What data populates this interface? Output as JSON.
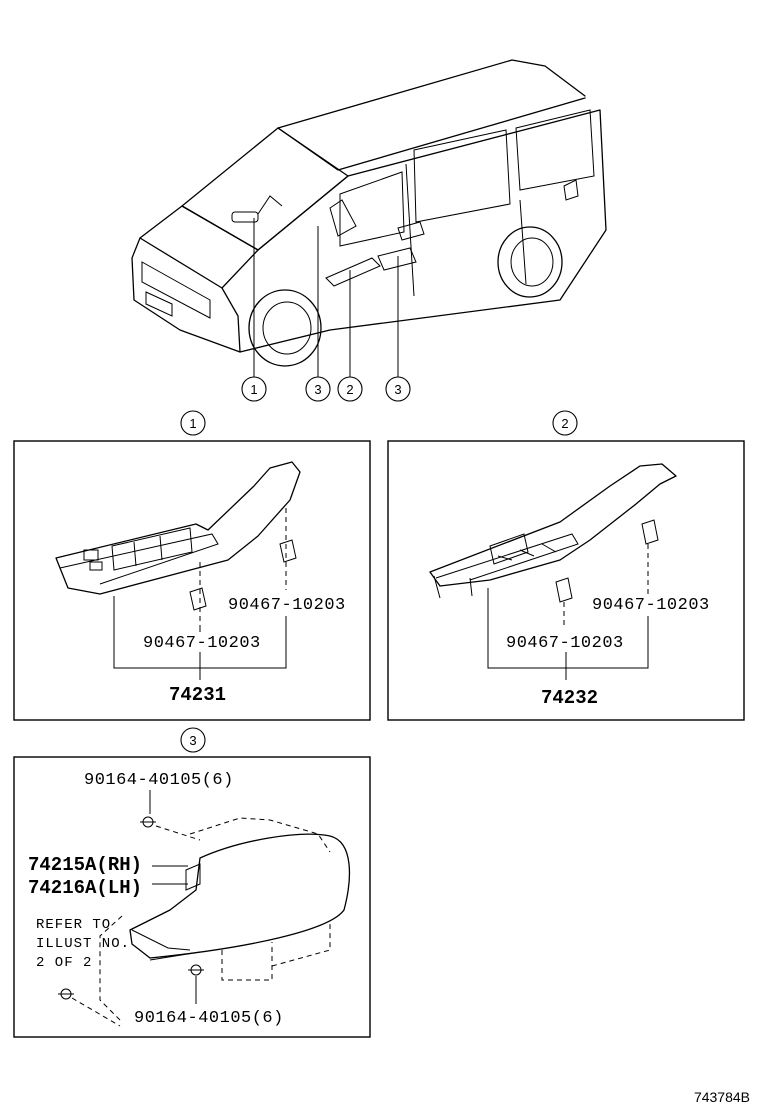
{
  "callouts": {
    "c1": "1",
    "c2": "2",
    "c3": "3"
  },
  "panel1": {
    "clip_upper": "90467-10203",
    "clip_lower": "90467-10203",
    "assembly": "74231"
  },
  "panel2": {
    "clip_upper": "90467-10203",
    "clip_lower": "90467-10203",
    "assembly": "74232"
  },
  "panel3": {
    "screw_top": "90164-40105(6)",
    "part_rh": "74215A(RH)",
    "part_lh": "74216A(LH)",
    "refer_line1": "REFER TO",
    "refer_line2": "ILLUST NO.",
    "refer_line3": "2 OF 2",
    "screw_bottom": "90164-40105(6)"
  },
  "footer": {
    "illustration_code": "743784B"
  }
}
